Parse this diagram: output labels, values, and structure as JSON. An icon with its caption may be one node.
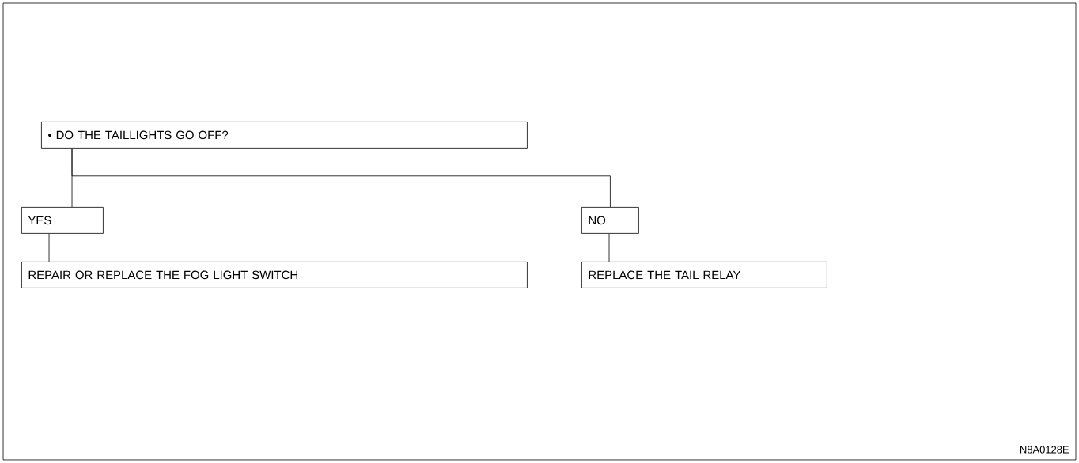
{
  "diagram": {
    "nodes": [
      {
        "text": [
          "• DO THE TAILLIGHTS GO OFF?"
        ]
      },
      {
        "text": [
          "YES"
        ]
      },
      {
        "text": [
          "NO"
        ]
      },
      {
        "text": [
          "REPAIR OR REPLACE THE FOG LIGHT SWITCH"
        ]
      },
      {
        "text": [
          "REPLACE THE TAIL RELAY"
        ]
      }
    ],
    "edges": [
      {
        "from": 0,
        "to": 1,
        "arrow": "none"
      },
      {
        "from": 0,
        "to": 2,
        "arrow": "none"
      },
      {
        "from": 1,
        "to": 3,
        "arrow": "none"
      },
      {
        "from": 2,
        "to": 4,
        "arrow": "none"
      }
    ],
    "labels": [
      "N8A0128E"
    ]
  }
}
